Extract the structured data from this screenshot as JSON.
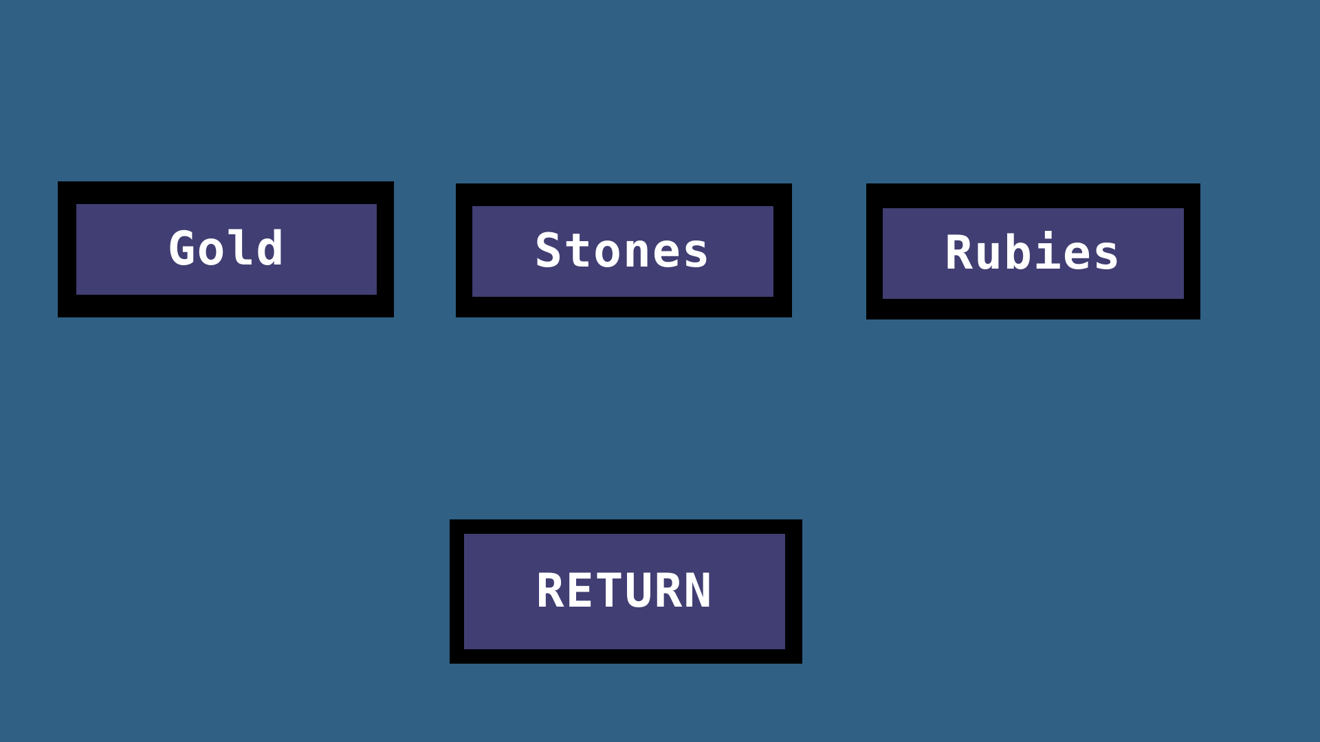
{
  "colors": {
    "background": "#306084",
    "button_border": "#000000",
    "button_face": "#403e72",
    "button_text": "#ffffff"
  },
  "menu": {
    "buttons": [
      {
        "label": "Gold"
      },
      {
        "label": "Stones"
      },
      {
        "label": "Rubies"
      }
    ],
    "return_label": "RETURN"
  }
}
